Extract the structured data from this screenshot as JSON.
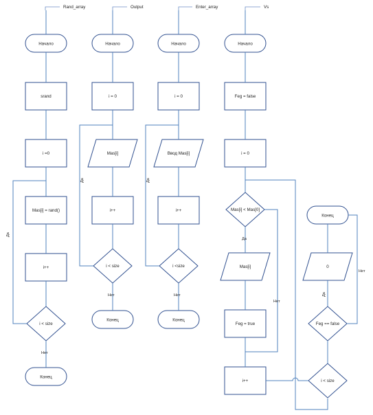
{
  "headers": {
    "rand_array": "Rand_array",
    "output": "Output",
    "enter_array": "Enter_array",
    "vs": "Vs"
  },
  "col1": {
    "start": "Начало",
    "srand": "srand",
    "init": "i =0",
    "assign": "Mas[i] = rand()",
    "inc": "i++",
    "cond": "i < size",
    "end": "Конец",
    "yes": "Да",
    "no": "Нет"
  },
  "col2": {
    "start": "Начало",
    "init": "i = 0",
    "output": "Mas[i]",
    "inc": "i++",
    "cond": "i < size",
    "end": "Конец",
    "yes": "Да",
    "no": "Нет"
  },
  "col3": {
    "start": "Начало",
    "init": "i = 0",
    "input": "Ввод Mas[i]",
    "inc": "i++",
    "cond": "i <size",
    "end": "Конец",
    "yes": "Да",
    "no": "Нет"
  },
  "col4": {
    "start": "Начало",
    "flag_init": "Feg = false",
    "init": "i = 0",
    "cmp": "Mas[i] < Mas[0]",
    "output": "Mas[i]",
    "flag_set": "Feg = true",
    "inc": "i++",
    "yes": "Да",
    "no": "Нет"
  },
  "col5": {
    "end": "Конец",
    "output": "0",
    "flag_cond": "Feg == false",
    "loop_cond": "i < size",
    "yes": "Да",
    "no": "Нет"
  },
  "colors": {
    "shape_stroke": "#2f4f8f",
    "connector": "#4f81bd",
    "text": "#222222"
  }
}
